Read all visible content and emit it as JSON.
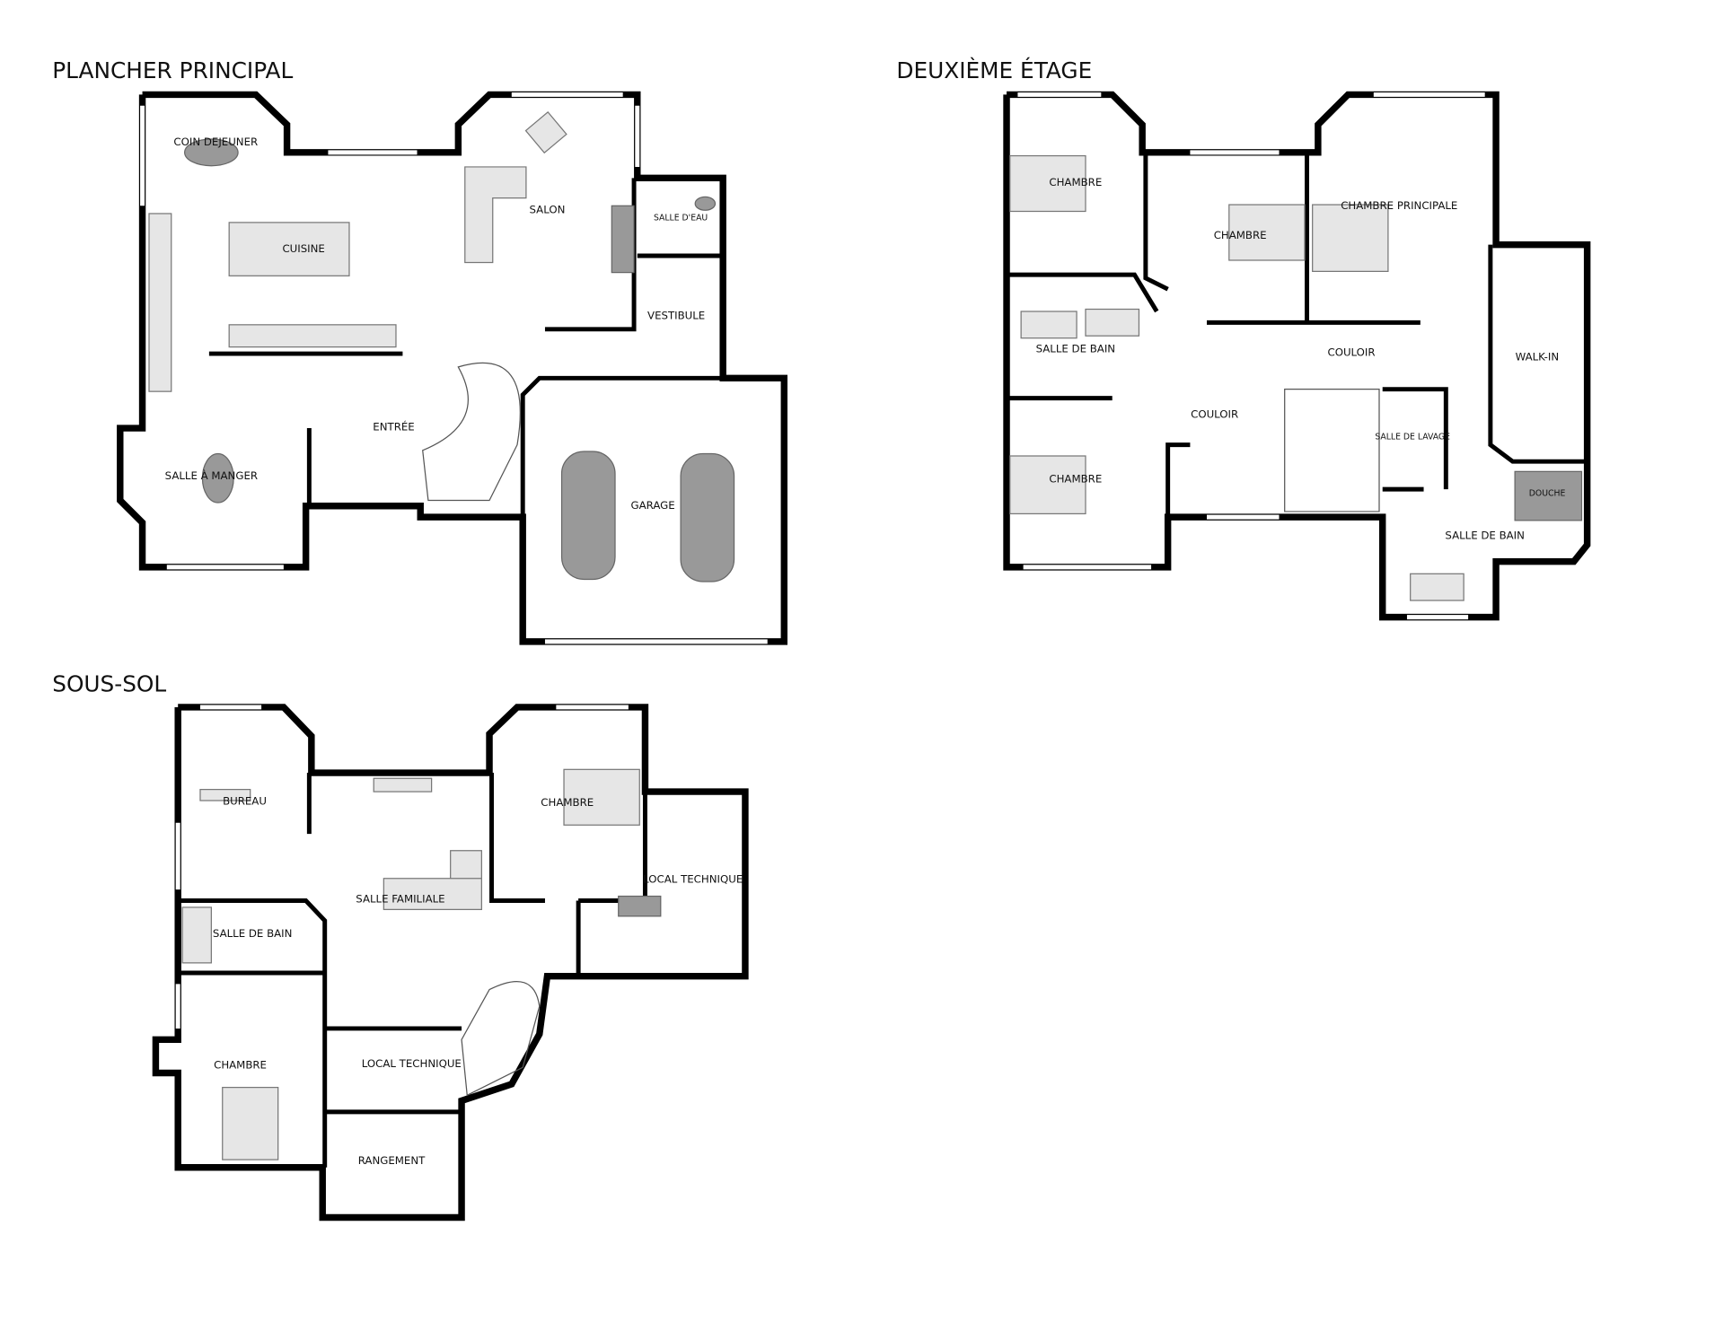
{
  "floors": {
    "main": {
      "title": "PLANCHER PRINCIPAL",
      "rooms": [
        "COIN DEJEUNER",
        "CUISINE",
        "SALON",
        "SALLE D'EAU",
        "VESTIBULE",
        "ENTRÉE",
        "SALLE À MANGER",
        "GARAGE"
      ]
    },
    "second": {
      "title": "DEUXIÈME ÉTAGE",
      "rooms": [
        "CHAMBRE",
        "CHAMBRE",
        "CHAMBRE PRINCIPALE",
        "SALLE DE BAIN",
        "COULOIR",
        "WALK-IN",
        "COULOIR",
        "SALLE DE LAVAGE",
        "CHAMBRE",
        "DOUCHE",
        "SALLE DE BAIN"
      ]
    },
    "basement": {
      "title": "SOUS-SOL",
      "rooms": [
        "BUREAU",
        "CHAMBRE",
        "LOCAL TECHNIQUE",
        "SALLE FAMILIALE",
        "SALLE DE BAIN",
        "CHAMBRE",
        "LOCAL TECHNIQUE",
        "RANGEMENT"
      ]
    }
  }
}
